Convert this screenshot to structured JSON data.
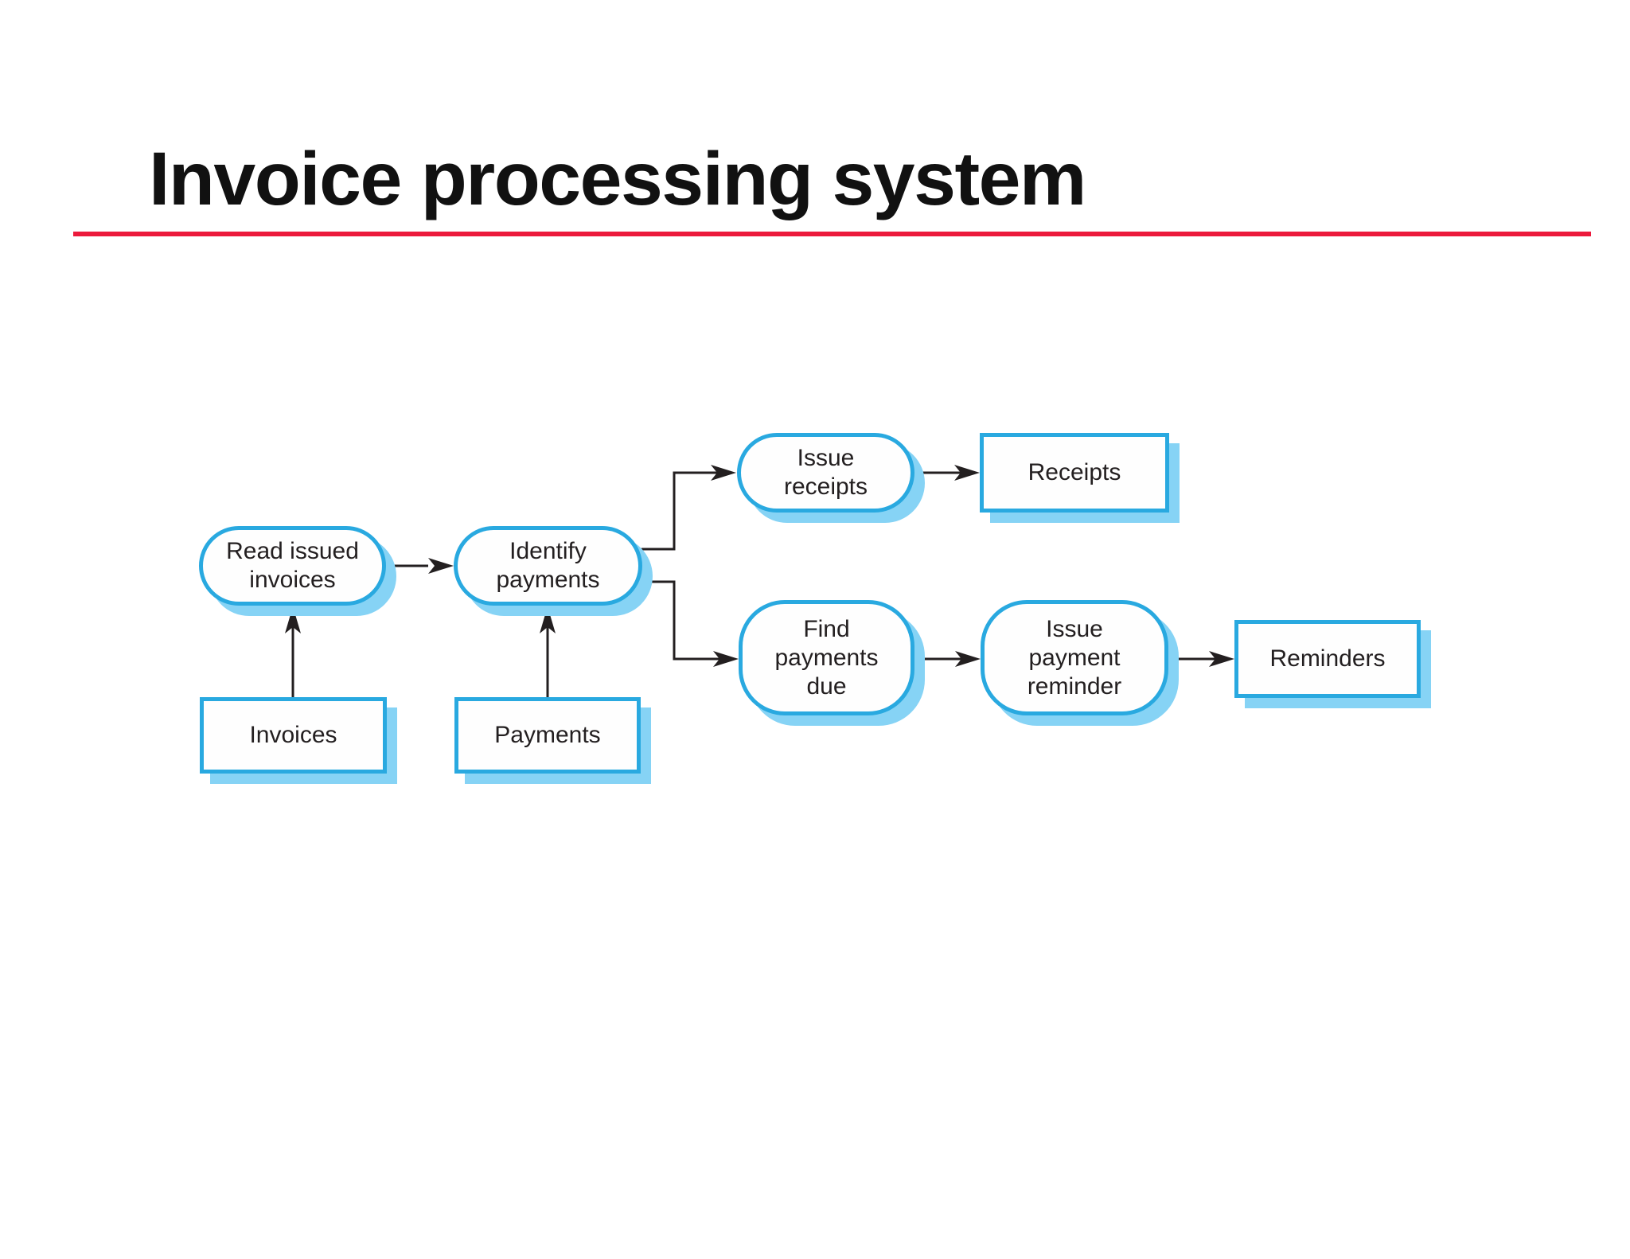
{
  "title": "Invoice processing system",
  "colors": {
    "title_text": "#111111",
    "divider_red": "#EC1A3C",
    "node_border_blue": "#29A9E0",
    "node_shadow_blue": "#86D3F5",
    "node_fill": "#FEFEFE",
    "node_text": "#231F20",
    "arrow_black": "#231F20"
  },
  "diagram": {
    "processes": {
      "read_issued_invoices": {
        "label": "Read issued\ninvoices"
      },
      "identify_payments": {
        "label": "Identify\npayments"
      },
      "issue_receipts": {
        "label": "Issue\nreceipts"
      },
      "find_payments_due": {
        "label": "Find\npayments\ndue"
      },
      "issue_payment_reminder": {
        "label": "Issue\npayment\nreminder"
      }
    },
    "datastores": {
      "invoices": {
        "label": "Invoices"
      },
      "payments": {
        "label": "Payments"
      },
      "receipts": {
        "label": "Receipts"
      },
      "reminders": {
        "label": "Reminders"
      }
    },
    "flows": [
      {
        "from": "Invoices",
        "to": "Read issued invoices"
      },
      {
        "from": "Read issued invoices",
        "to": "Identify payments"
      },
      {
        "from": "Payments",
        "to": "Identify payments"
      },
      {
        "from": "Identify payments",
        "to": "Issue receipts"
      },
      {
        "from": "Identify payments",
        "to": "Find payments due"
      },
      {
        "from": "Issue receipts",
        "to": "Receipts"
      },
      {
        "from": "Find payments due",
        "to": "Issue payment reminder"
      },
      {
        "from": "Issue payment reminder",
        "to": "Reminders"
      }
    ]
  }
}
